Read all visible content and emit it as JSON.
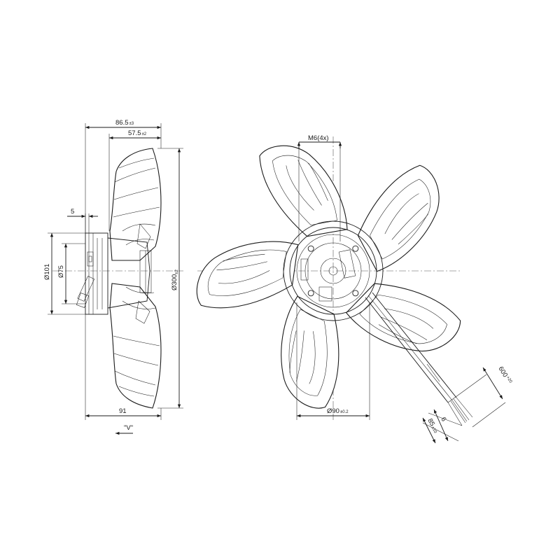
{
  "dimensions": {
    "side_total": {
      "value": "86.5",
      "tol": "±3"
    },
    "side_blade": {
      "value": "57.5",
      "tol": "±2"
    },
    "flange_offset": {
      "value": "5"
    },
    "dia_101": {
      "value": "Ø101"
    },
    "dia_75": {
      "value": "Ø75"
    },
    "dia_300": {
      "value": "Ø300",
      "tol": "±2"
    },
    "bottom_91": {
      "value": "91"
    },
    "view_label": {
      "value": "\"V\""
    },
    "thread": {
      "value": "M6(4x)"
    },
    "hub_dia": {
      "value": "Ø90",
      "tol": "±0.2"
    },
    "cable_len": {
      "value": "600",
      "tol": "+20"
    },
    "cable_strip": {
      "value": "6"
    },
    "cable_end": {
      "value": "85",
      "tol": "±10"
    }
  },
  "colors": {
    "line": "#1a1a1a",
    "background": "#ffffff"
  }
}
